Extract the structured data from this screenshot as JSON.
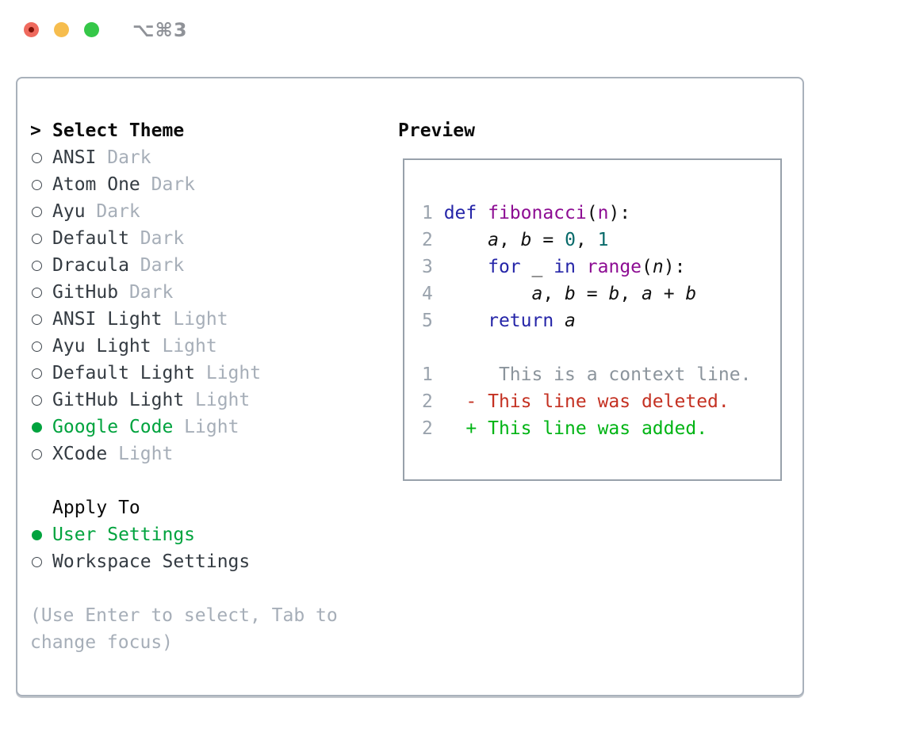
{
  "window": {
    "title": "⌥⌘3",
    "traffic_lights": [
      "close",
      "minimize",
      "zoom"
    ]
  },
  "theme_list": {
    "header_marker": ">",
    "header_label": "Select Theme",
    "items": [
      {
        "name": "ANSI",
        "tag": "Dark",
        "selected": false
      },
      {
        "name": "Atom One",
        "tag": "Dark",
        "selected": false
      },
      {
        "name": "Ayu",
        "tag": "Dark",
        "selected": false
      },
      {
        "name": "Default",
        "tag": "Dark",
        "selected": false
      },
      {
        "name": "Dracula",
        "tag": "Dark",
        "selected": false
      },
      {
        "name": "GitHub",
        "tag": "Dark",
        "selected": false
      },
      {
        "name": "ANSI Light",
        "tag": "Light",
        "selected": false
      },
      {
        "name": "Ayu Light",
        "tag": "Light",
        "selected": false
      },
      {
        "name": "Default Light",
        "tag": "Light",
        "selected": false
      },
      {
        "name": "GitHub Light",
        "tag": "Light",
        "selected": false
      },
      {
        "name": "Google Code",
        "tag": "Light",
        "selected": true
      },
      {
        "name": "XCode",
        "tag": "Light",
        "selected": false
      }
    ]
  },
  "apply_to": {
    "header": "Apply To",
    "items": [
      {
        "name": "User Settings",
        "selected": true
      },
      {
        "name": "Workspace Settings",
        "selected": false
      }
    ]
  },
  "help_text": "(Use Enter to select, Tab to change focus)",
  "preview": {
    "title": "Preview",
    "code_lines": [
      {
        "seg": [
          [
            "ln",
            "1 "
          ],
          [
            "kw",
            "def "
          ],
          [
            "typ",
            "fibonacci"
          ],
          [
            "pln",
            "("
          ],
          [
            "typ",
            "n"
          ],
          [
            "pln",
            "):"
          ]
        ]
      },
      {
        "seg": [
          [
            "ln",
            "2 "
          ],
          [
            "pln",
            "    "
          ],
          [
            "var",
            "a"
          ],
          [
            "pln",
            ", "
          ],
          [
            "var",
            "b"
          ],
          [
            "pln",
            " = "
          ],
          [
            "lit",
            "0"
          ],
          [
            "pln",
            ", "
          ],
          [
            "lit",
            "1"
          ]
        ]
      },
      {
        "seg": [
          [
            "ln",
            "3 "
          ],
          [
            "pln",
            "    "
          ],
          [
            "kw",
            "for"
          ],
          [
            "pln",
            " "
          ],
          [
            "var",
            "_"
          ],
          [
            "pln",
            " "
          ],
          [
            "kw",
            "in"
          ],
          [
            "pln",
            " "
          ],
          [
            "typ",
            "range"
          ],
          [
            "pln",
            "("
          ],
          [
            "var",
            "n"
          ],
          [
            "pln",
            "):"
          ]
        ]
      },
      {
        "seg": [
          [
            "ln",
            "4 "
          ],
          [
            "pln",
            "        "
          ],
          [
            "var",
            "a"
          ],
          [
            "pln",
            ", "
          ],
          [
            "var",
            "b"
          ],
          [
            "pln",
            " = "
          ],
          [
            "var",
            "b"
          ],
          [
            "pln",
            ", "
          ],
          [
            "var",
            "a"
          ],
          [
            "pln",
            " + "
          ],
          [
            "var",
            "b"
          ]
        ]
      },
      {
        "seg": [
          [
            "ln",
            "5 "
          ],
          [
            "pln",
            "    "
          ],
          [
            "kw",
            "return"
          ],
          [
            "pln",
            " "
          ],
          [
            "var",
            "a"
          ]
        ]
      },
      {
        "seg": []
      },
      {
        "seg": [
          [
            "ln",
            "1 "
          ],
          [
            "ctx",
            "     This is a context line."
          ]
        ]
      },
      {
        "seg": [
          [
            "ln",
            "2 "
          ],
          [
            "pln",
            "  "
          ],
          [
            "del",
            "- This line was deleted."
          ]
        ]
      },
      {
        "seg": [
          [
            "ln",
            "2 "
          ],
          [
            "pln",
            "  "
          ],
          [
            "add",
            "+ This line was added."
          ]
        ]
      }
    ]
  },
  "colors": {
    "accent_green": "#00a33e",
    "diff_add": "#00b414",
    "diff_del": "#c43122",
    "kw": "#2525a8",
    "typ": "#8d0d93",
    "lit": "#086a6a",
    "ln": "#9aa3ad",
    "ctx": "#8b949c",
    "tag": "#a6aeb8",
    "text": "#343b42",
    "black": "#0b0b0b",
    "code_black": "#111111",
    "help": "#a6aeb8",
    "panel_border": "#a9b1bb",
    "preview_border": "#98a1ab",
    "bullet": "#40474e",
    "traffic_red": "#ef6a5e",
    "traffic_red_dot": "#7f1208",
    "traffic_yellow": "#f6bd4e",
    "traffic_green": "#35c748",
    "title_gray": "#8f9298"
  }
}
